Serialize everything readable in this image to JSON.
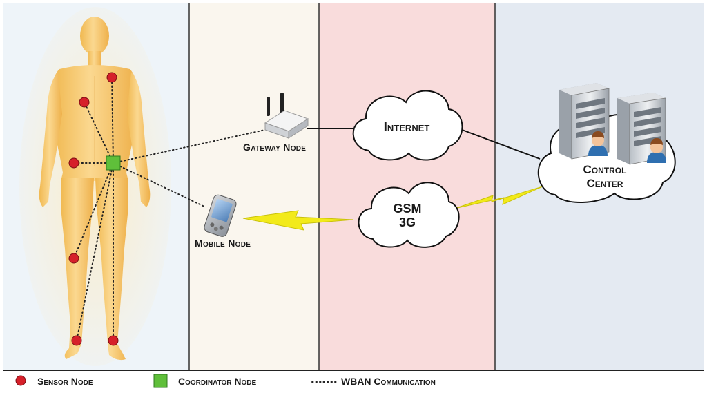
{
  "nodes": {
    "gateway": "Gateway Node",
    "mobile": "Mobile Node"
  },
  "clouds": {
    "internet": "Internet",
    "gsm_line1": "GSM",
    "gsm_line2": "3G",
    "control_line1": "Control",
    "control_line2": "Center"
  },
  "legend": {
    "sensor": "Sensor Node",
    "coordinator": "Coordinator Node",
    "wban": "WBAN Communication"
  },
  "colors": {
    "sensor": "#d6202a",
    "coordinator": "#5fbf3a",
    "zone_body": "#eef4f9",
    "zone_local": "#faf6ee",
    "zone_network": "#f9dcdc",
    "zone_server": "#e4eaf2",
    "body": "#f5c870",
    "lightning": "#f2ea1a"
  }
}
